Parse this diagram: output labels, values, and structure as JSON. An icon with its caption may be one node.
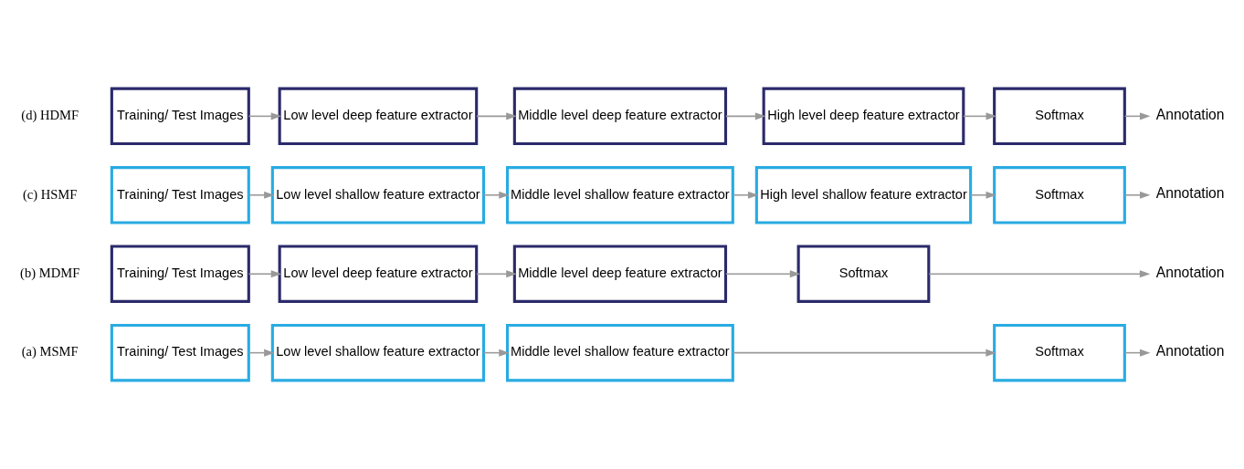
{
  "diagram": {
    "nodes": [
      {
        "text": [
          "Training/ Test Images"
        ]
      },
      {
        "text": [
          "Low level shallow feature extractor"
        ]
      },
      {
        "text": [
          "Middle level shallow feature extractor"
        ]
      },
      {
        "text": [
          "Softmax"
        ]
      },
      {
        "text": [
          "Annotation"
        ]
      },
      {
        "text": [
          "Training/ Test Images"
        ]
      },
      {
        "text": [
          "Low level deep feature extractor"
        ]
      },
      {
        "text": [
          "Middle level deep feature extractor"
        ]
      },
      {
        "text": [
          "Softmax"
        ]
      },
      {
        "text": [
          "Annotation"
        ]
      },
      {
        "text": [
          "Training/ Test Images"
        ]
      },
      {
        "text": [
          "Low level shallow feature extractor"
        ]
      },
      {
        "text": [
          "Middle level shallow feature extractor"
        ]
      },
      {
        "text": [
          "High level shallow feature extractor"
        ]
      },
      {
        "text": [
          "Softmax"
        ]
      },
      {
        "text": [
          "Annotation"
        ]
      },
      {
        "text": [
          "Training/ Test Images"
        ]
      },
      {
        "text": [
          "Low level deep feature extractor"
        ]
      },
      {
        "text": [
          "Middle level deep feature extractor"
        ]
      },
      {
        "text": [
          "High level deep feature extractor"
        ]
      },
      {
        "text": [
          "Softmax"
        ]
      },
      {
        "text": [
          "Annotation"
        ]
      }
    ],
    "edges": [
      {
        "from": 0,
        "to": 1,
        "arrow": "to"
      },
      {
        "from": 1,
        "to": 2,
        "arrow": "to"
      },
      {
        "from": 2,
        "to": 3,
        "arrow": "to"
      },
      {
        "from": 3,
        "to": 4,
        "arrow": "to"
      },
      {
        "from": 5,
        "to": 6,
        "arrow": "to"
      },
      {
        "from": 6,
        "to": 7,
        "arrow": "to"
      },
      {
        "from": 7,
        "to": 8,
        "arrow": "to"
      },
      {
        "from": 8,
        "to": 9,
        "arrow": "to"
      },
      {
        "from": 10,
        "to": 11,
        "arrow": "to"
      },
      {
        "from": 11,
        "to": 12,
        "arrow": "to"
      },
      {
        "from": 12,
        "to": 13,
        "arrow": "to"
      },
      {
        "from": 13,
        "to": 14,
        "arrow": "to"
      },
      {
        "from": 14,
        "to": 15,
        "arrow": "to"
      },
      {
        "from": 16,
        "to": 17,
        "arrow": "to"
      },
      {
        "from": 17,
        "to": 18,
        "arrow": "to"
      },
      {
        "from": 18,
        "to": 19,
        "arrow": "to"
      },
      {
        "from": 19,
        "to": 20,
        "arrow": "to"
      },
      {
        "from": 20,
        "to": 21,
        "arrow": "to"
      }
    ],
    "labels": [
      "(a) MSMF",
      "(b) MDMF",
      "(c) HSMF",
      "(d) HDMF"
    ]
  }
}
